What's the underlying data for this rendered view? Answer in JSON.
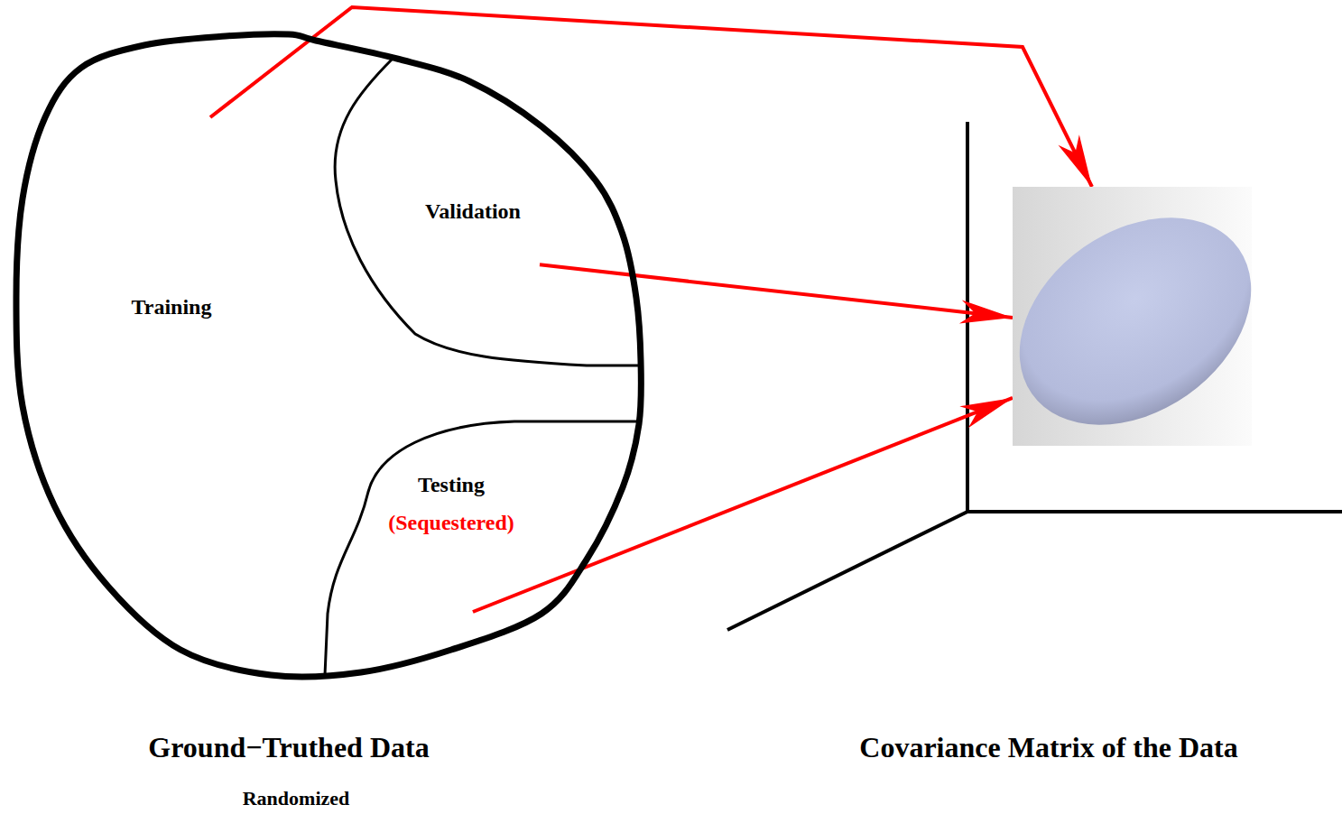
{
  "diagram": {
    "nodes": [
      {
        "text": [
          "Ground−Truthed Data",
          "Randomized"
        ]
      },
      {
        "text": [
          "Training"
        ],
        "in": 0
      },
      {
        "text": [
          "Validation"
        ],
        "in": 0
      },
      {
        "text": [
          "Testing",
          "(Sequestered)"
        ],
        "in": 0
      },
      {
        "text": [
          "Covariance Matrix of the Data"
        ]
      }
    ],
    "edges": [
      {
        "from": 1,
        "to": 4,
        "arrow": "to"
      },
      {
        "from": 2,
        "to": 4,
        "arrow": "to"
      },
      {
        "from": 3,
        "to": 4,
        "arrow": "to"
      }
    ]
  }
}
